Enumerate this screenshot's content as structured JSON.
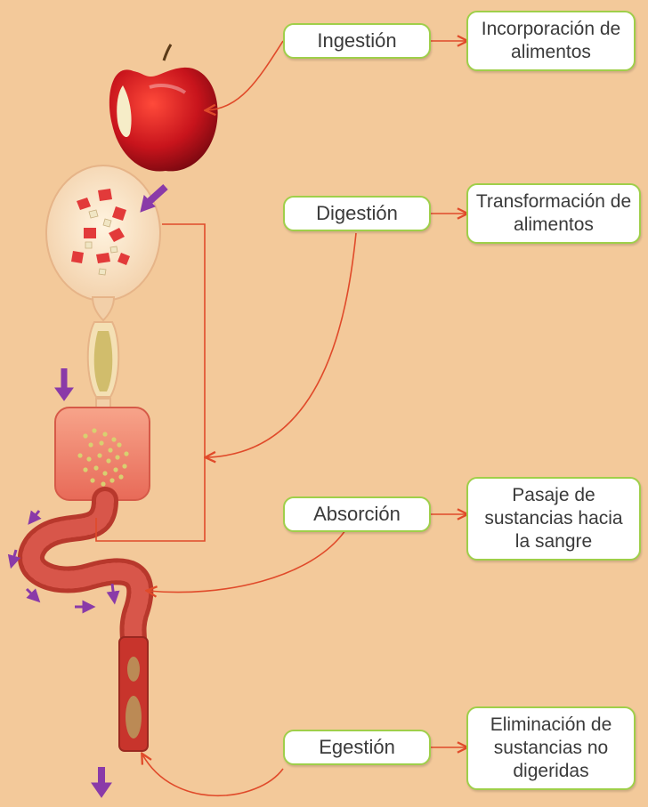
{
  "stages": [
    {
      "name": "Ingestión",
      "result": "Incorporación de alimentos"
    },
    {
      "name": "Digestión",
      "result": "Transformación de alimentos"
    },
    {
      "name": "Absorción",
      "result": "Pasaje de sustancias hacia la sangre"
    },
    {
      "name": "Egestión",
      "result": "Eliminación de sustancias no digeridas"
    }
  ],
  "colors": {
    "background": "#f3c99a",
    "box_border": "#9fcf4a",
    "connector_line": "#e04a2a",
    "motion_arrow": "#8a3aa8",
    "organ_tube": "#c94a3a"
  },
  "icons": [
    "apple-icon",
    "stomach-icon",
    "small-intestine-icon",
    "large-intestine-icon",
    "rectum-icon"
  ]
}
